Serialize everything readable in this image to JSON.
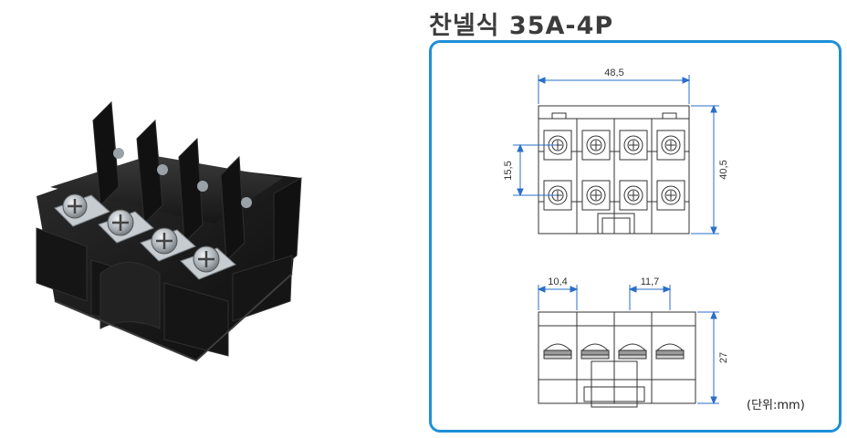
{
  "title": "찬넬식 35A-4P",
  "dimensions": {
    "overall_width": "48,5",
    "overall_height": "40,5",
    "terminal_pitch": "15,5",
    "segment_width_left": "10,4",
    "segment_width_right": "11,7",
    "side_height": "27"
  },
  "unit_label": "(단위:mm)",
  "colors": {
    "frame_border": "#1e90d6",
    "dimension_line": "#2a6fc9",
    "drawing_line": "#333333",
    "body_black": "#1a1a1a",
    "title_text": "#3c3c3c"
  },
  "icons": {
    "screw_top_view": "circle-with-cross",
    "screw_side_view": "washer-stack"
  }
}
